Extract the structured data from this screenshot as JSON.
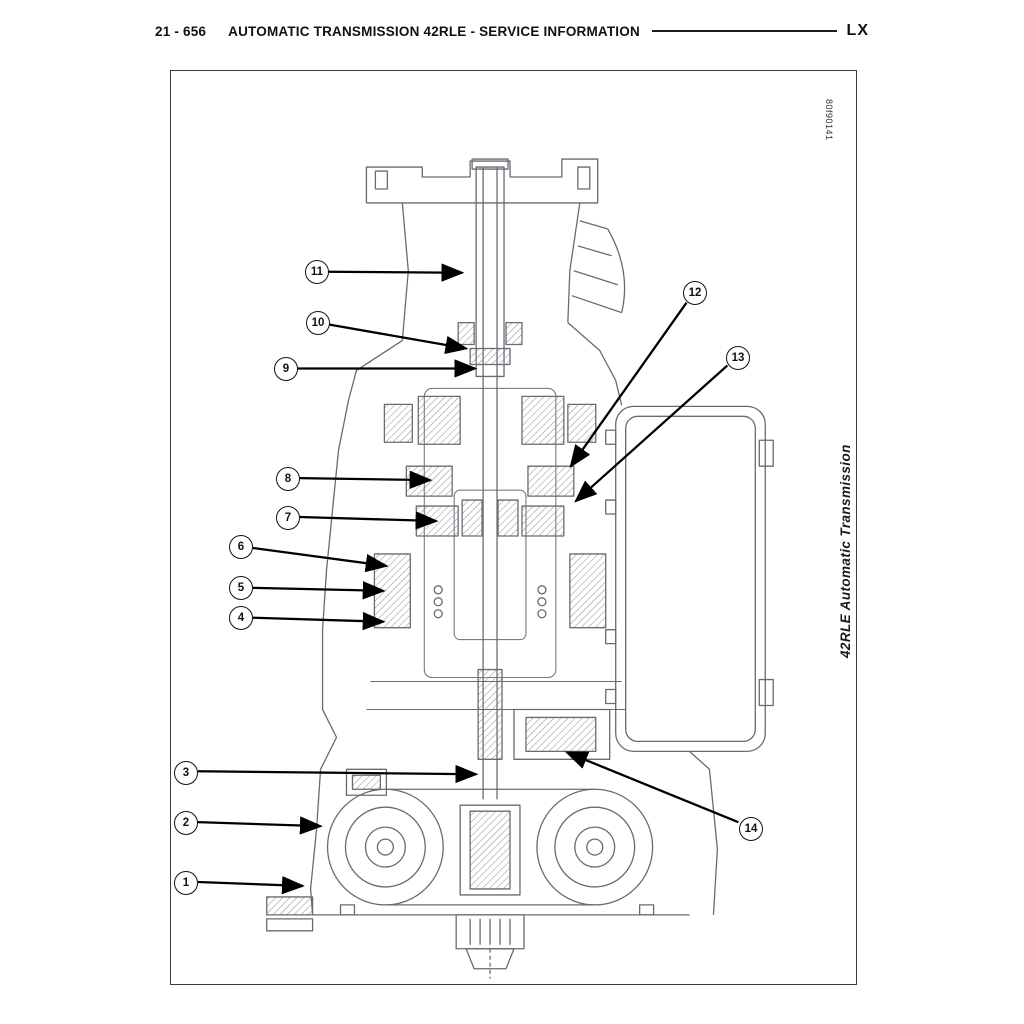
{
  "header": {
    "page_number": "21 - 656",
    "title": "AUTOMATIC TRANSMISSION 42RLE - SERVICE INFORMATION",
    "platform_code": "LX"
  },
  "figure": {
    "id_code": "80f90141",
    "caption": "42RLE Automatic Transmission",
    "callouts": [
      {
        "number": "1"
      },
      {
        "number": "2"
      },
      {
        "number": "3"
      },
      {
        "number": "4"
      },
      {
        "number": "5"
      },
      {
        "number": "6"
      },
      {
        "number": "7"
      },
      {
        "number": "8"
      },
      {
        "number": "9"
      },
      {
        "number": "10"
      },
      {
        "number": "11"
      },
      {
        "number": "12"
      },
      {
        "number": "13"
      },
      {
        "number": "14"
      }
    ]
  }
}
